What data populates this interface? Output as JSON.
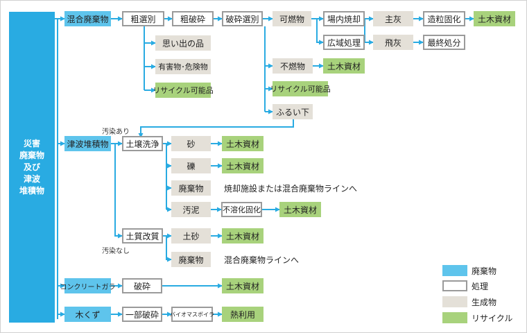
{
  "root": {
    "lines": [
      "災害",
      "廃棄物",
      "及び",
      "津波",
      "堆積物"
    ]
  },
  "nodes": {
    "mixed_waste": "混合廃棄物",
    "coarse_sort": "粗選別",
    "coarse_crush": "粗破砕",
    "crush_sort": "破砕選別",
    "combustible": "可燃物",
    "onsite_incin": "場内焼却",
    "bottom_ash": "主灰",
    "granulate": "造粒固化",
    "civil_1": "土木資材",
    "wide_area": "広域処理",
    "fly_ash": "飛灰",
    "final_disposal": "最終処分",
    "memorabilia": "思い出の品",
    "hazardous": "有害物･危険物",
    "recyclable_1": "リサイクル可能品",
    "noncombustible": "不燃物",
    "civil_2": "土木資材",
    "recyclable_2": "リサイクル可能品",
    "sieve_under": "ふるい下",
    "tsunami_sediment": "津波堆積物",
    "soil_wash": "土壌洗浄",
    "sand": "砂",
    "civil_3": "土木資材",
    "gravel": "礫",
    "civil_4": "土木資材",
    "waste_1": "廃棄物",
    "to_incinerator": "焼却施設または混合廃棄物ラインへ",
    "sludge": "汚泥",
    "insolubilize": "不溶化固化",
    "civil_5": "土木資材",
    "soil_improve": "土質改質",
    "earth_sand": "土砂",
    "civil_6": "土木資材",
    "waste_2": "廃棄物",
    "to_mixed_line": "混合廃棄物ラインへ",
    "concrete": "コンクリートガラ",
    "crush": "破砕",
    "civil_7": "土木資材",
    "wood": "木くず",
    "partial_crush": "一部破砕",
    "biomass": "バイオマスボイラ",
    "heat_use": "熱利用"
  },
  "notes": {
    "contaminated": "汚染あり",
    "uncontaminated": "汚染なし"
  },
  "legend": [
    {
      "label": "廃棄物",
      "color": "#5ec4ec"
    },
    {
      "label": "処理",
      "color": "#ffffff"
    },
    {
      "label": "生成物",
      "color": "#e4e0d8"
    },
    {
      "label": "リサイクル",
      "color": "#a8d27c"
    }
  ],
  "colors": {
    "connector": "#29abe2",
    "root": "#29abe2"
  }
}
